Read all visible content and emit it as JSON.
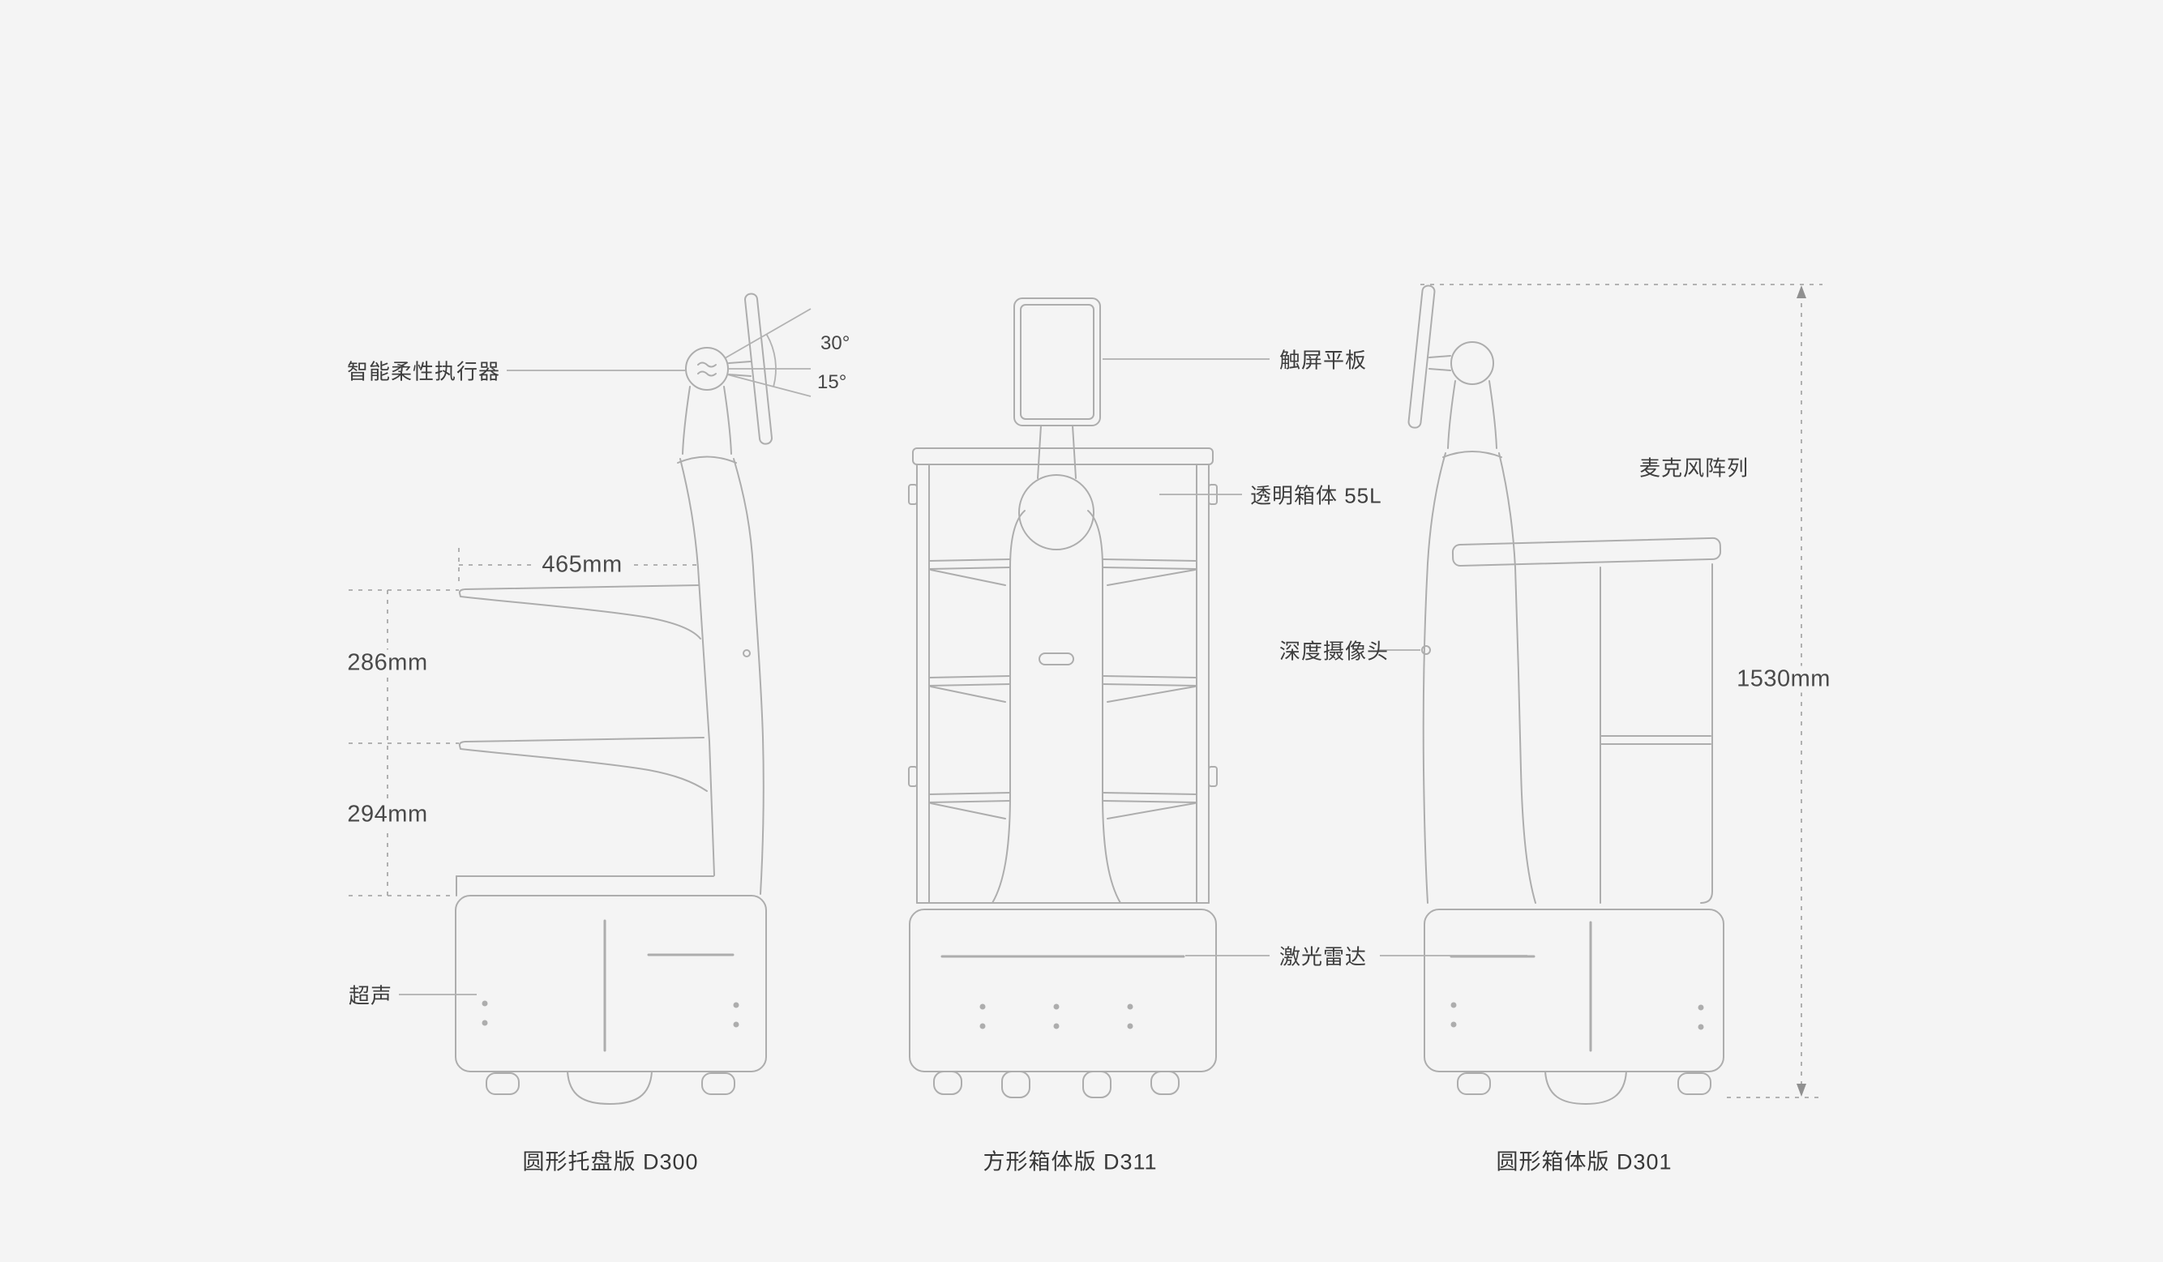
{
  "page": {
    "background_color": "#f4f4f4",
    "line_color": "#adadad",
    "text_color": "#3e3e3e"
  },
  "annotations": {
    "left_robot": {
      "actuator_label": "智能柔性执行器",
      "angle_top": "30°",
      "angle_bottom": "15°",
      "dim_tray_width": "465mm",
      "dim_gap_upper": "286mm",
      "dim_gap_lower": "294mm",
      "ultrasonic_label": "超声"
    },
    "middle_robot": {
      "tablet_label": "触屏平板",
      "box_label": "透明箱体 55L",
      "depth_camera_label": "深度摄像头",
      "lidar_label": "激光雷达"
    },
    "right_robot": {
      "mic_array_label": "麦克风阵列",
      "dim_height": "1530mm"
    }
  },
  "captions": {
    "left": "圆形托盘版 D300",
    "middle": "方形箱体版 D311",
    "right": "圆形箱体版 D301"
  }
}
